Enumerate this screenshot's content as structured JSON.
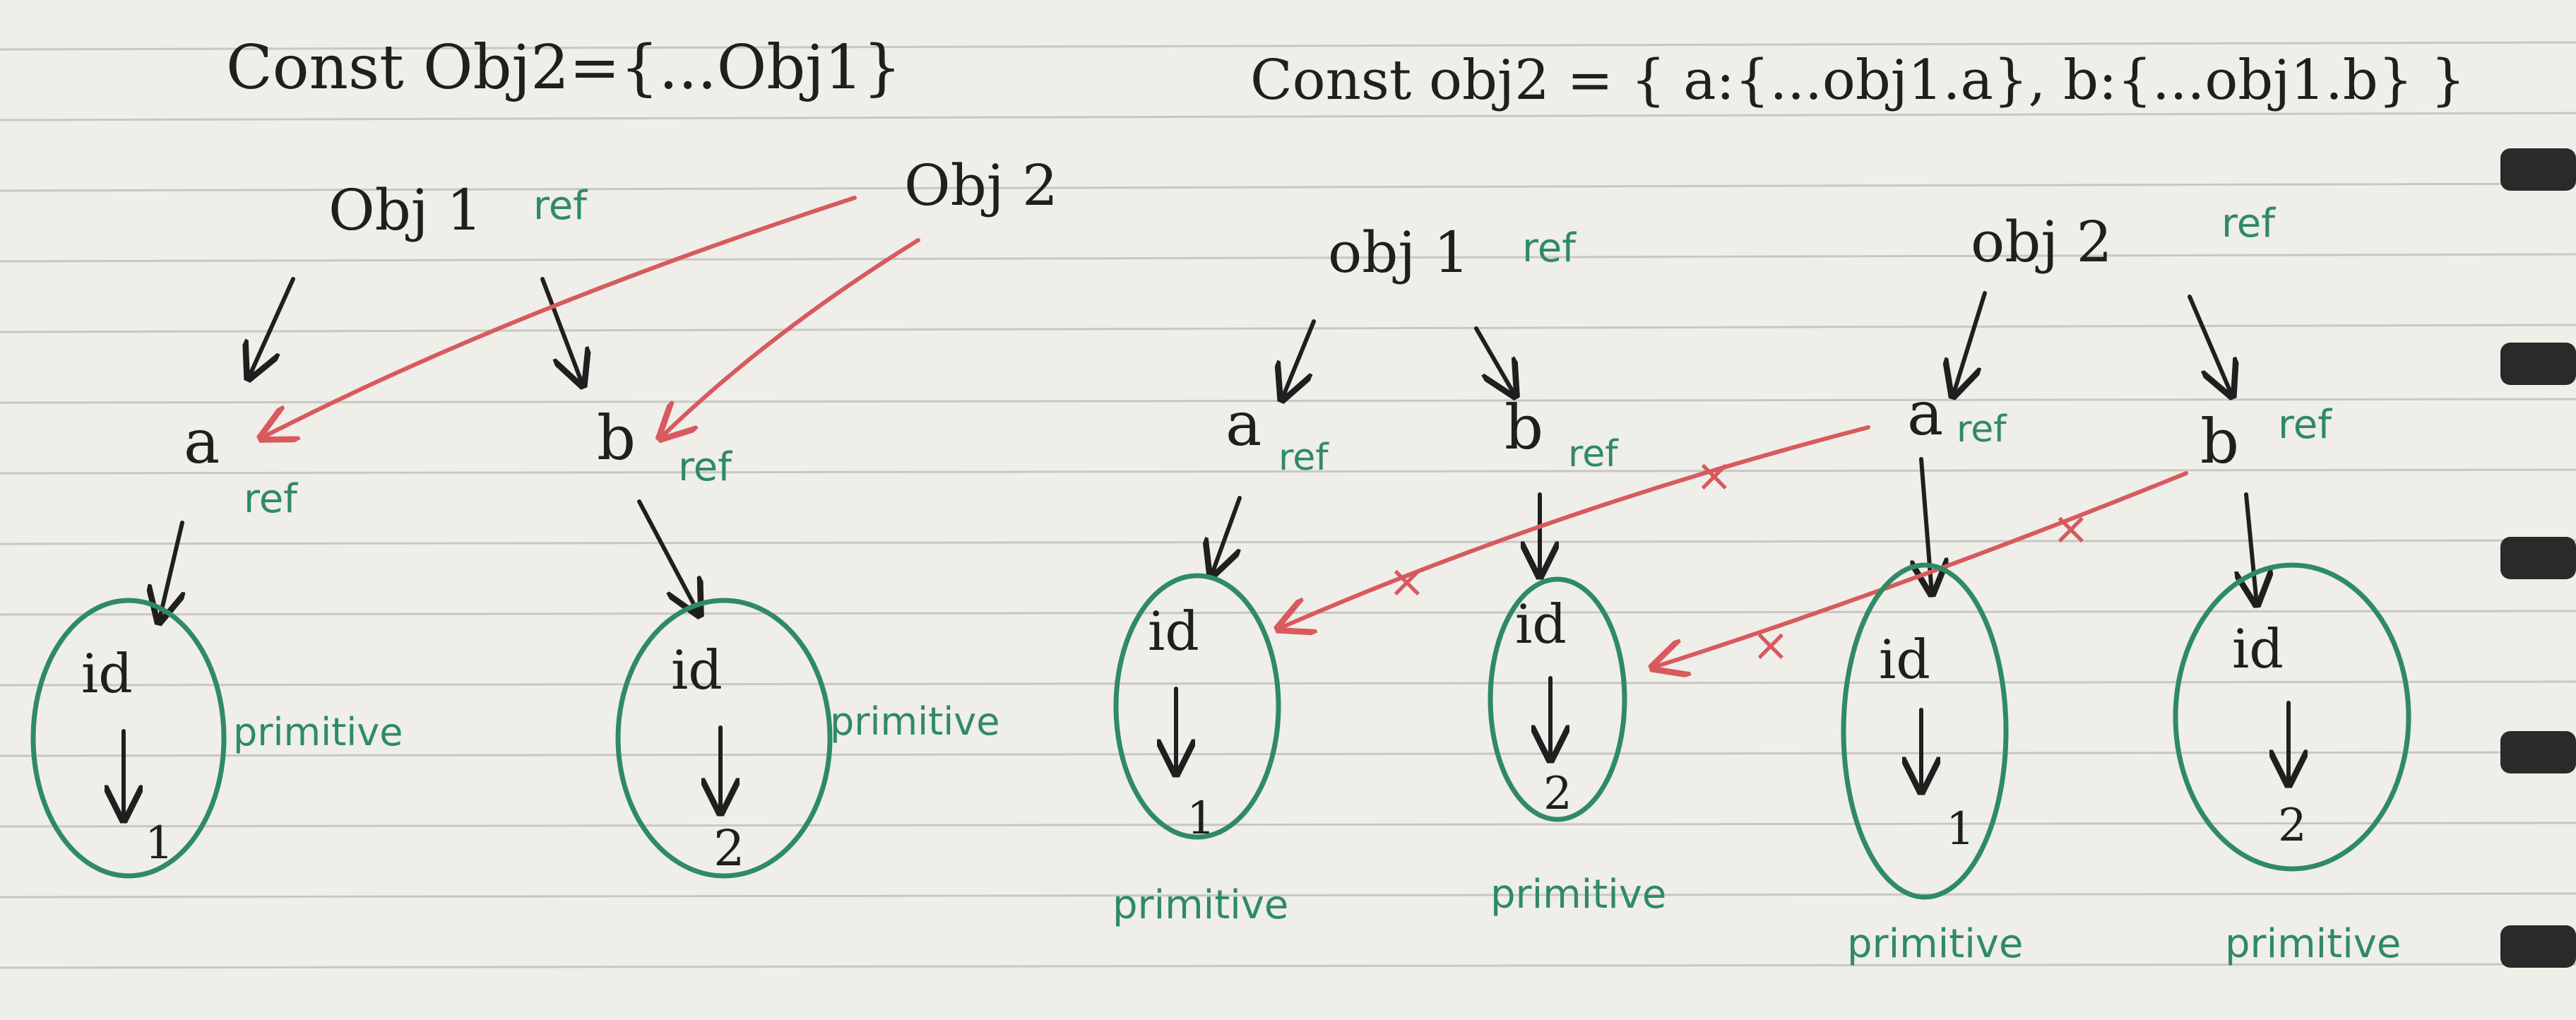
{
  "left": {
    "heading": "Const Obj2={...Obj1}",
    "obj1": "Obj 1",
    "obj1_ref": "ref",
    "obj2": "Obj 2",
    "a": "a",
    "a_ref": "ref",
    "b": "b",
    "b_ref": "ref",
    "box_a": {
      "key": "id",
      "value": "1",
      "note": "primitive"
    },
    "box_b": {
      "key": "id",
      "value": "2",
      "note": "primitive"
    }
  },
  "right": {
    "heading": "Const obj2 = { a:{...obj1.a}, b:{...obj1.b} }",
    "obj1": "obj 1",
    "obj1_ref": "ref",
    "obj2": "obj 2",
    "obj2_ref": "ref",
    "obj1_a": "a",
    "obj1_a_ref": "ref",
    "obj1_b": "b",
    "obj1_b_ref": "ref",
    "obj2_a": "a",
    "obj2_a_ref": "ref",
    "obj2_b": "b",
    "obj2_b_ref": "ref",
    "cross_mark": "×",
    "box1": {
      "key": "id",
      "value": "1",
      "label": "primitive"
    },
    "box2": {
      "key": "id",
      "value": "2",
      "label": "primitive"
    },
    "box3": {
      "key": "id",
      "value": "1",
      "label": "primitive"
    },
    "box4": {
      "key": "id",
      "value": "2",
      "label": "primitive"
    }
  }
}
